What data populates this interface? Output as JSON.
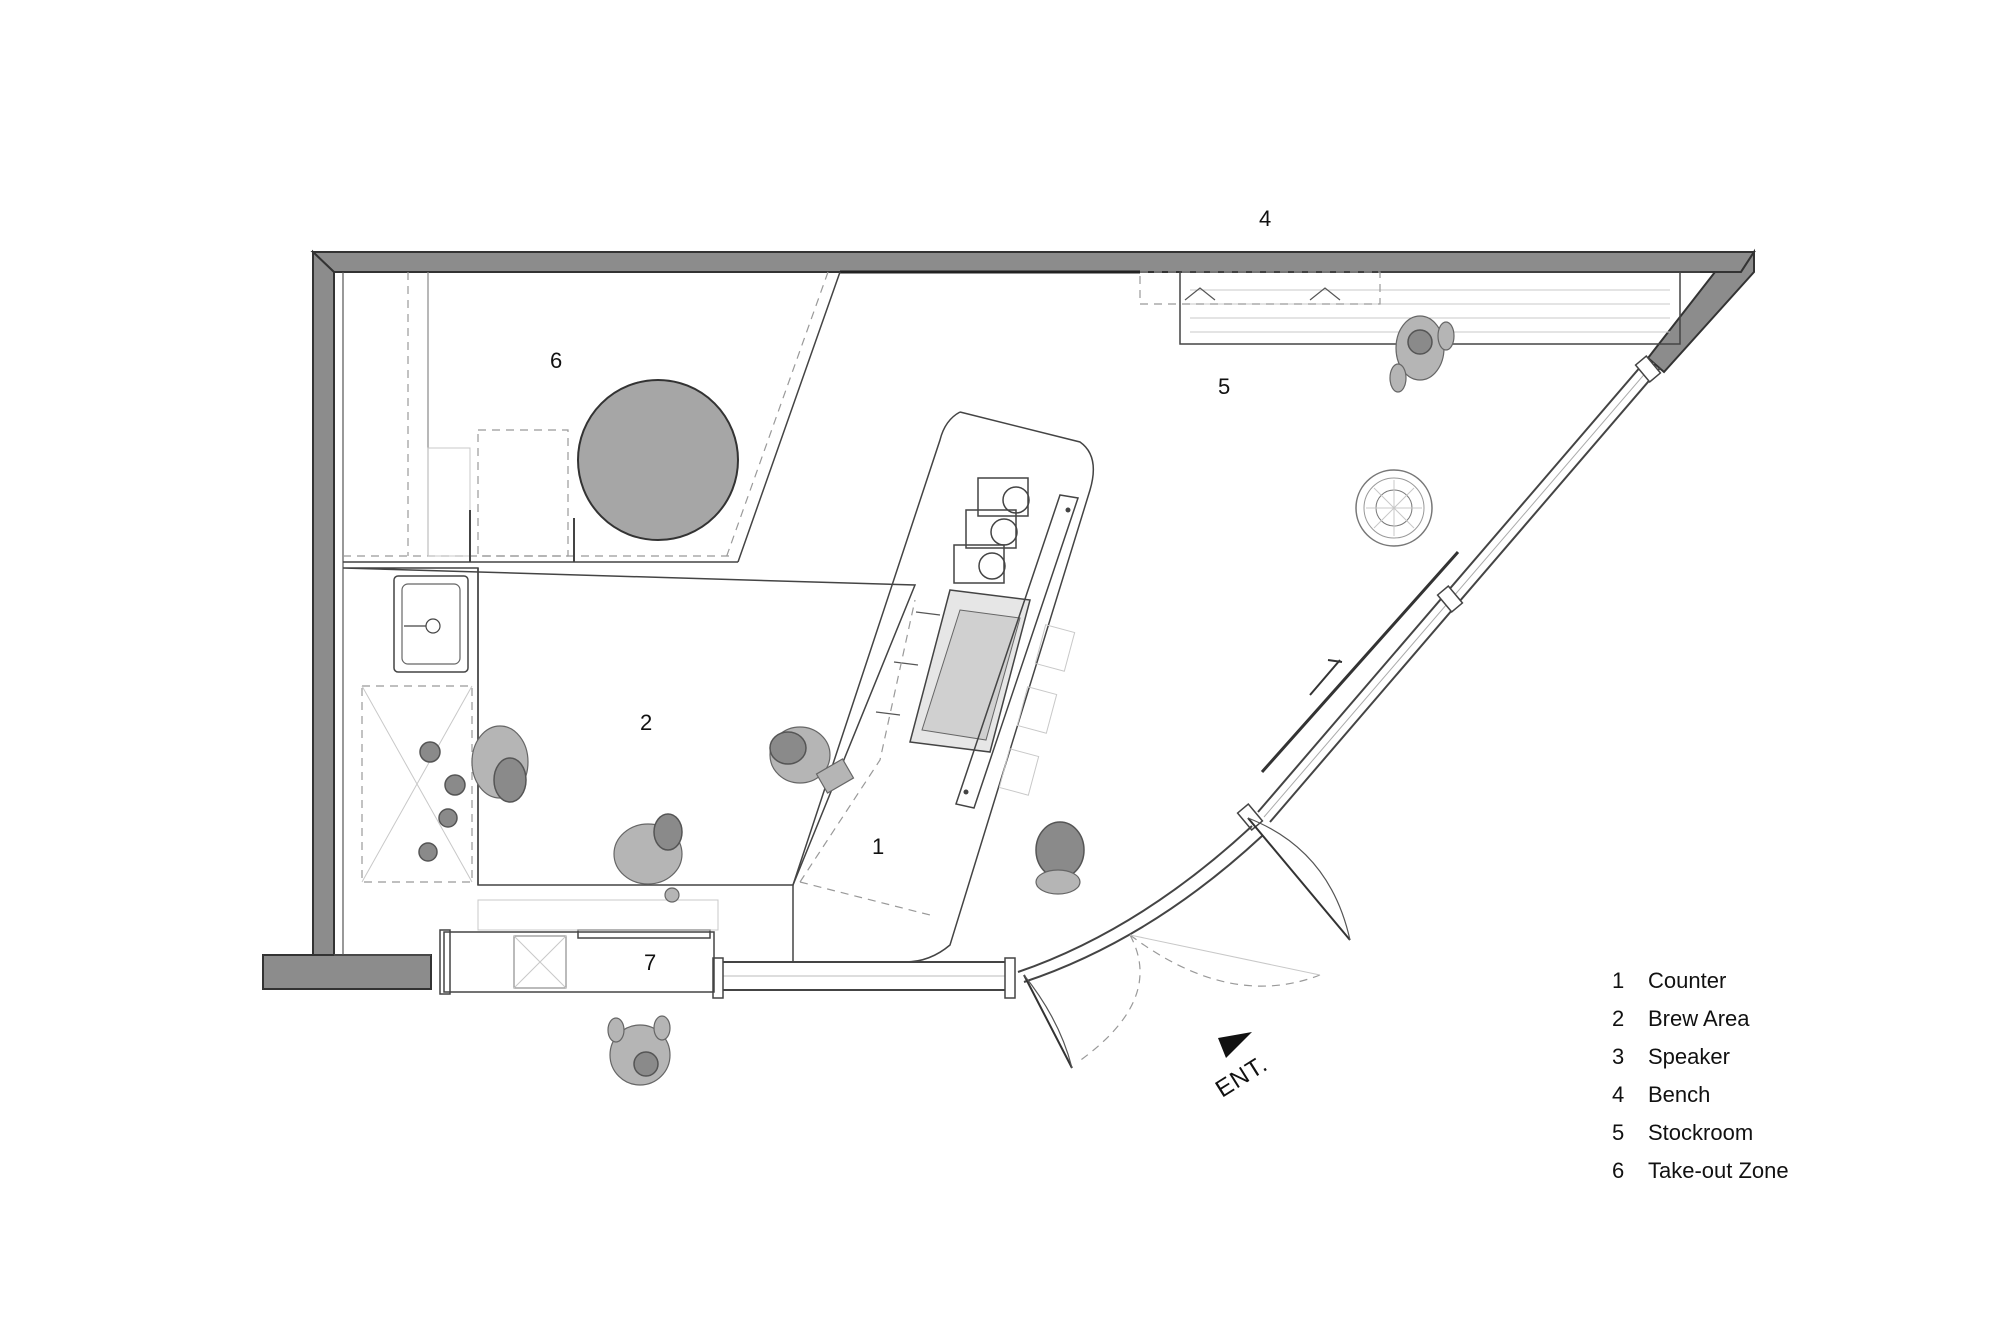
{
  "plan": {
    "zone_labels": {
      "counter": "1",
      "brew_area": "2",
      "bench": "4",
      "stockroom": "5",
      "takeout_zone": "6",
      "area_7": "7"
    },
    "entrance_label": "ENT."
  },
  "legend": {
    "items": [
      {
        "num": "1",
        "label": "Counter"
      },
      {
        "num": "2",
        "label": "Brew Area"
      },
      {
        "num": "3",
        "label": "Speaker"
      },
      {
        "num": "4",
        "label": "Bench"
      },
      {
        "num": "5",
        "label": "Stockroom"
      },
      {
        "num": "6",
        "label": "Take-out Zone"
      }
    ]
  },
  "colors": {
    "wall_fill": "#8c8c8c",
    "wall_stroke": "#333333",
    "table_fill": "#a6a6a6",
    "person_fill": "#8a8a8a"
  }
}
